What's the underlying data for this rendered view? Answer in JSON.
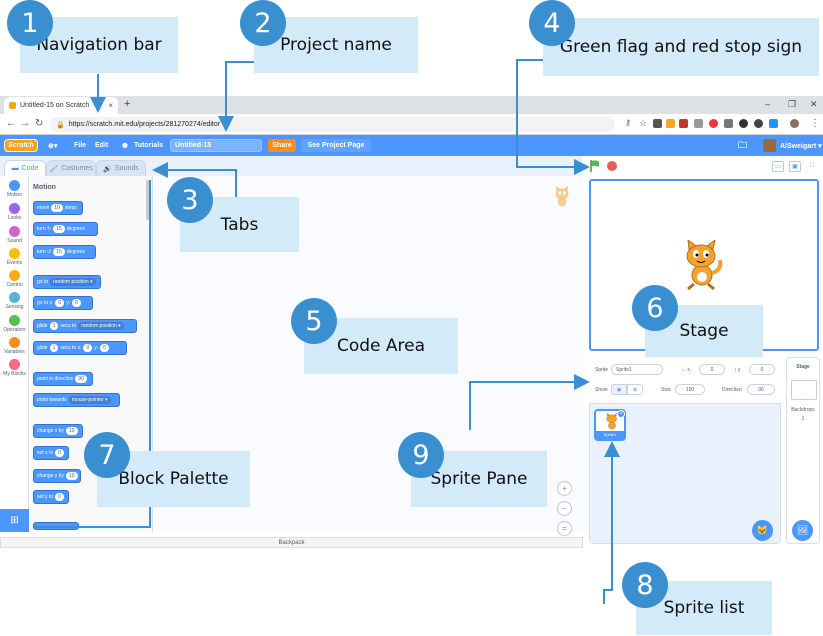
{
  "browser": {
    "tab_title": "Untitled-15 on Scratch",
    "tab_close": "×",
    "new_tab": "+",
    "url": "https://scratch.mit.edu/projects/281270274/editor",
    "win_min": "–",
    "win_max": "❐",
    "win_close": "✕"
  },
  "menubar": {
    "logo": "Scratch",
    "globe": "⊕▾",
    "file": "File",
    "edit": "Edit",
    "tutorials": "Tutorials",
    "project_name": "Untitled-15",
    "share": "Share",
    "see_project": "See Project Page",
    "username": "AlSweigart ▾"
  },
  "editor_tabs": [
    {
      "label": "Code",
      "active": true
    },
    {
      "label": "Costumes",
      "active": false
    },
    {
      "label": "Sounds",
      "active": false
    }
  ],
  "categories": [
    {
      "label": "Motion",
      "color": "#4c97ff"
    },
    {
      "label": "Looks",
      "color": "#9966ff"
    },
    {
      "label": "Sound",
      "color": "#cf63cf"
    },
    {
      "label": "Events",
      "color": "#ffbf00"
    },
    {
      "label": "Control",
      "color": "#ffab19"
    },
    {
      "label": "Sensing",
      "color": "#5cb1d6"
    },
    {
      "label": "Operators",
      "color": "#59c059"
    },
    {
      "label": "Variables",
      "color": "#ff8c1a"
    },
    {
      "label": "My Blocks",
      "color": "#ff6680"
    }
  ],
  "palette": {
    "title": "Motion",
    "move": {
      "pre": "move",
      "val": "10",
      "post": "steps"
    },
    "turn_right": {
      "pre": "turn ↻",
      "val": "15",
      "post": "degrees"
    },
    "turn_left": {
      "pre": "turn ↺",
      "val": "15",
      "post": "degrees"
    },
    "goto": {
      "pre": "go to",
      "dd": "random position ▾"
    },
    "goto_xy": {
      "pre": "go to x:",
      "x": "0",
      "mid": "y:",
      "y": "0"
    },
    "glide_to": {
      "pre": "glide",
      "val": "1",
      "mid": "secs to",
      "dd": "random position ▾"
    },
    "glide_xy": {
      "pre": "glide",
      "val": "1",
      "mid": "secs to x:",
      "x": "0",
      "mid2": "y:",
      "y": "0"
    },
    "point_dir": {
      "pre": "point in direction",
      "val": "90"
    },
    "point_towards": {
      "pre": "point towards",
      "dd": "mouse-pointer ▾"
    },
    "change_x": {
      "pre": "change x by",
      "val": "10"
    },
    "set_x": {
      "pre": "set x to",
      "val": "0"
    },
    "change_y": {
      "pre": "change y by",
      "val": "10"
    },
    "set_y": {
      "pre": "set y to",
      "val": "0"
    }
  },
  "code_area": {
    "zoom_in": "+",
    "zoom_out": "−",
    "reset": "="
  },
  "backpack": "Backpack",
  "sprite_info": {
    "sprite_label": "Sprite",
    "sprite_name": "Sprite1",
    "x_label": "↔ x",
    "x": "0",
    "y_label": "↕ y",
    "y": "0",
    "show_label": "Show",
    "size_label": "Size",
    "size": "100",
    "direction_label": "Direction",
    "direction": "90"
  },
  "sprite_list": [
    {
      "name": "Sprite1"
    }
  ],
  "stage_pane": {
    "title": "Stage",
    "backdrops_label": "Backdrops",
    "backdrops_count": "1"
  },
  "callouts": [
    {
      "num": "1",
      "label": "Navigation bar"
    },
    {
      "num": "2",
      "label": "Project name"
    },
    {
      "num": "3",
      "label": "Tabs"
    },
    {
      "num": "4",
      "label": "Green flag and red stop sign"
    },
    {
      "num": "5",
      "label": "Code Area"
    },
    {
      "num": "6",
      "label": "Stage"
    },
    {
      "num": "7",
      "label": "Block Palette"
    },
    {
      "num": "8",
      "label": "Sprite list"
    },
    {
      "num": "9",
      "label": "Sprite Pane"
    }
  ],
  "colors": {
    "accent": "#4c97ff",
    "callout": "#3a8fd1",
    "callout_bg": "#d3eaf9",
    "share": "#ff8c1a",
    "stop": "#ec5959",
    "flag": "#4cbf56"
  }
}
